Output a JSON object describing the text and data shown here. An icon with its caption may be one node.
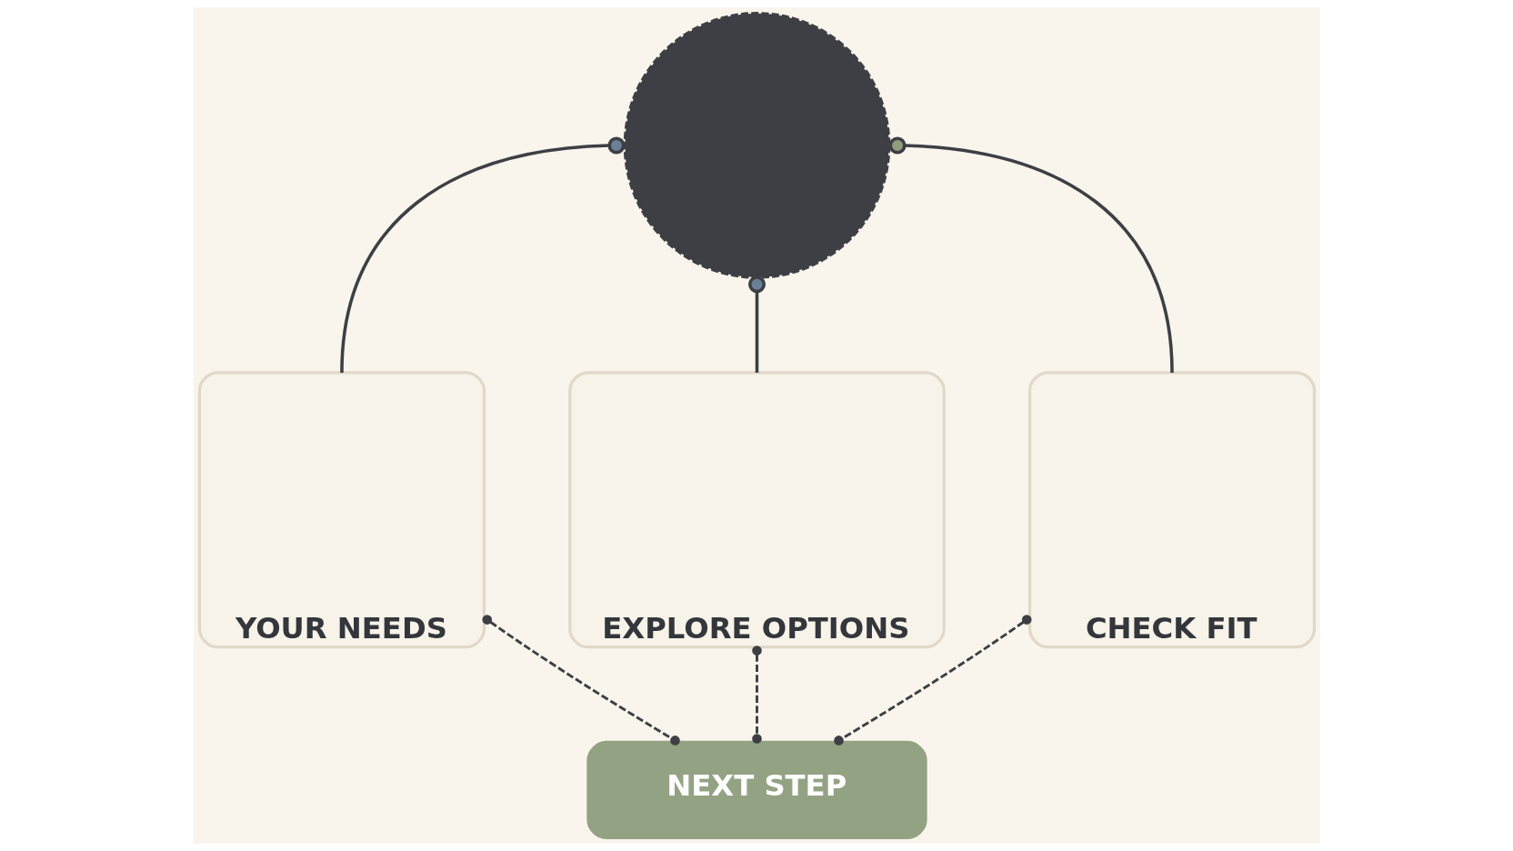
{
  "diagram": {
    "nodes": [
      {
        "text": [],
        "shape": "circle"
      },
      {
        "text": [
          "YOUR NEEDS"
        ]
      },
      {
        "text": [
          "EXPLORE OPTIONS"
        ]
      },
      {
        "text": [
          "CHECK FIT"
        ]
      },
      {
        "text": [
          "NEXT STEP"
        ]
      }
    ],
    "edges": [
      {
        "from": 0,
        "to": 1,
        "arrow": "other"
      },
      {
        "from": 0,
        "to": 2,
        "arrow": "other"
      },
      {
        "from": 0,
        "to": 3,
        "arrow": "other"
      },
      {
        "from": 1,
        "to": 4,
        "arrow": "other",
        "style": "dashed"
      },
      {
        "from": 2,
        "to": 4,
        "arrow": "other",
        "style": "dashed"
      },
      {
        "from": 3,
        "to": 4,
        "arrow": "other",
        "style": "dashed"
      }
    ]
  }
}
